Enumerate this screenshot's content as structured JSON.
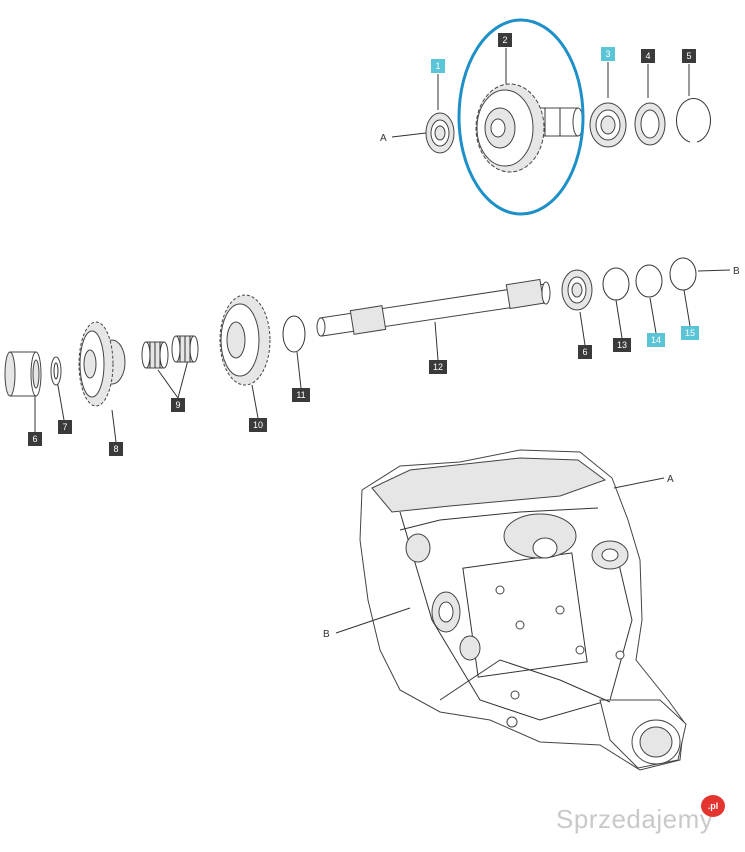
{
  "labels": {
    "p1": "1",
    "p2": "2",
    "p3": "3",
    "p4": "4",
    "p5": "5",
    "p6a": "6",
    "p6b": "6",
    "p7": "7",
    "p8": "8",
    "p9": "9",
    "p10": "10",
    "p11": "11",
    "p12": "12",
    "p13": "13",
    "p14": "14",
    "p15": "15"
  },
  "letters": {
    "a_top": "A",
    "b_top": "B",
    "a_housing": "A",
    "b_housing": "B"
  },
  "colors": {
    "label_dark": "#3a3a3a",
    "label_highlight": "#5bc5d8",
    "highlight_ring": "#1e90c8"
  },
  "watermark": {
    "text": "Sprzedajemy",
    "badge": ".pl",
    "badge_color": "#e3342f"
  }
}
